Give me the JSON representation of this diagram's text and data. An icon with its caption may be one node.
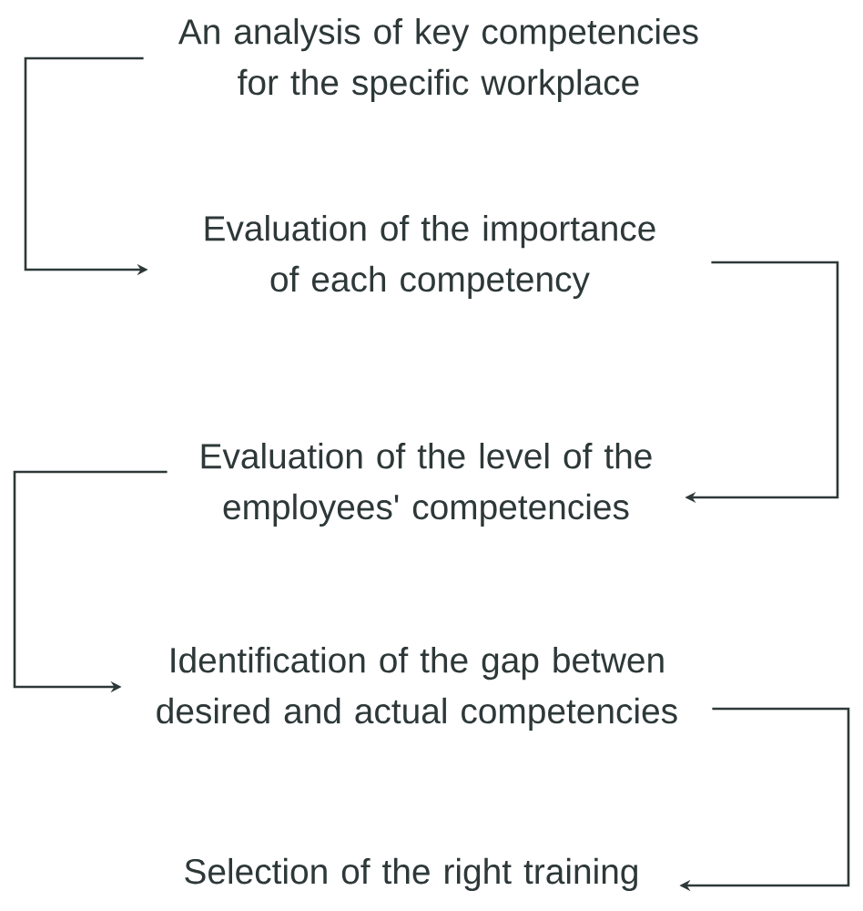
{
  "diagram": {
    "nodes": [
      {
        "text": [
          "An analysis of key competencies for the specific workplace"
        ]
      },
      {
        "text": [
          "Evaluation of the importance of each competency"
        ]
      },
      {
        "text": [
          "Evaluation of the level of the employees' competencies"
        ]
      },
      {
        "text": [
          "Identification of the gap betwen desired and actual competencies"
        ]
      },
      {
        "text": [
          "Selection of the right training"
        ]
      }
    ],
    "edges": [
      {
        "from": 0,
        "to": 1,
        "arrow": "to"
      },
      {
        "from": 1,
        "to": 2,
        "arrow": "to"
      },
      {
        "from": 2,
        "to": 3,
        "arrow": "to"
      },
      {
        "from": 3,
        "to": 4,
        "arrow": "to"
      }
    ]
  }
}
